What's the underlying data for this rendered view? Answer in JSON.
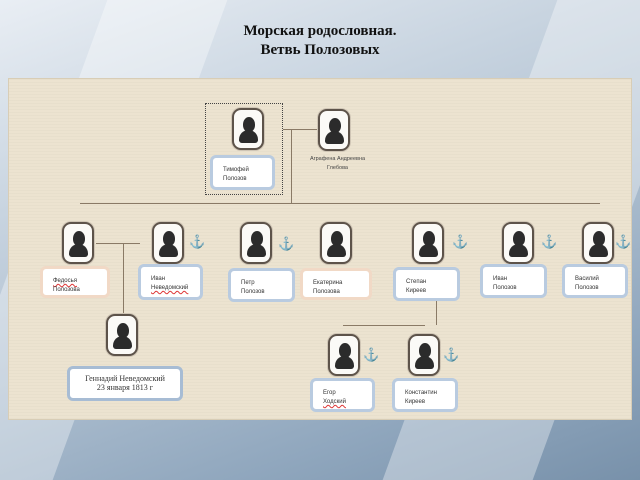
{
  "title": {
    "line1": "Морская родословная.",
    "line2": "Ветвь Полозовых"
  },
  "icons": {
    "portrait": "silhouette-portrait-icon",
    "anchor": "anchor-icon"
  },
  "colors": {
    "panel": "#ece3d0",
    "box_border_blue": "#b9cbe0",
    "box_border_peach": "#f1d9c6",
    "anchor": "#3d6d9a"
  },
  "people": {
    "timofey": {
      "first": "Тимофей",
      "last": "Полозов"
    },
    "agrafena": {
      "first": "Аграфена Андреевна",
      "last": "Глебова"
    },
    "fedosya": {
      "first": "Федосья",
      "last": "Полозова"
    },
    "ivan_n": {
      "first": "Иван",
      "last": "Неведомский"
    },
    "petr": {
      "first": "Петр",
      "last": "Полозов"
    },
    "ekaterina": {
      "first": "Екатерина",
      "last": "Полозова"
    },
    "stepan": {
      "first": "Степан",
      "last": "Киреев"
    },
    "ivan_p": {
      "first": "Иван",
      "last": "Полозов"
    },
    "vasiliy": {
      "first": "Василий",
      "last": "Полозов"
    },
    "gennady": {
      "name": "Геннадий Неведомский",
      "date": "23 января 1813 г"
    },
    "egor": {
      "first": "Егор",
      "last": "Ходский"
    },
    "konstantin": {
      "first": "Константин",
      "last": "Киреев"
    }
  }
}
